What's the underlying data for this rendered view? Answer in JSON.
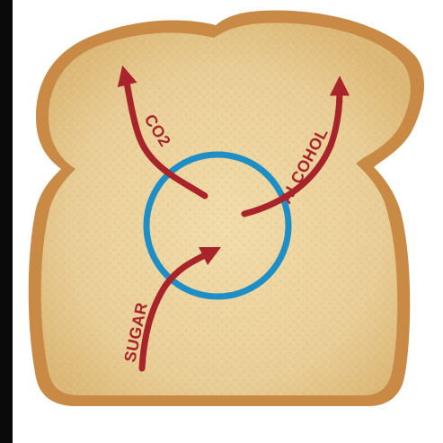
{
  "labels": {
    "co2": "CO2",
    "alcohol": "ALCOHOL",
    "sugar": "SUGAR"
  },
  "colors": {
    "arrow": "#a8232a",
    "circle": "#1e8fc6",
    "crust": "#c98a45",
    "crumb": "#ecd3a0",
    "edge": "#0a0a0a"
  }
}
